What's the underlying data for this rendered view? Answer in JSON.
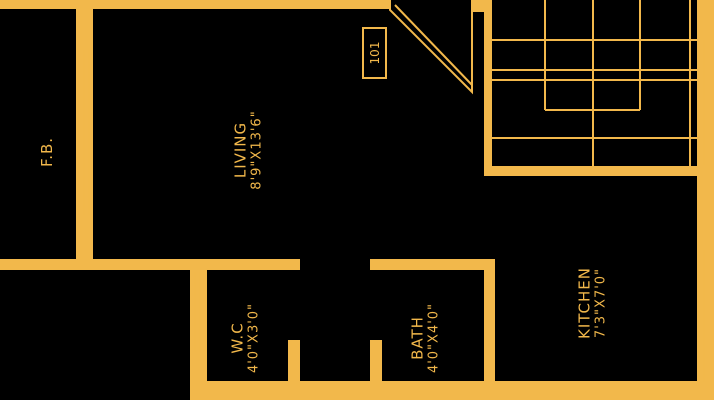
{
  "colors": {
    "wall": "#f2b84b",
    "background": "#000000"
  },
  "unit_number": "101",
  "rooms": [
    {
      "id": "living",
      "name": "LIVING",
      "size": "8'9\"X13'6\""
    },
    {
      "id": "fb",
      "name": "F.B.",
      "size": ""
    },
    {
      "id": "wc",
      "name": "W.C",
      "size": "4'0\"X3'0\""
    },
    {
      "id": "bath",
      "name": "BATH",
      "size": "4'0\"X4'0\""
    },
    {
      "id": "kitchen",
      "name": "KITCHEN",
      "size": "7'3\"X7'0\""
    }
  ]
}
